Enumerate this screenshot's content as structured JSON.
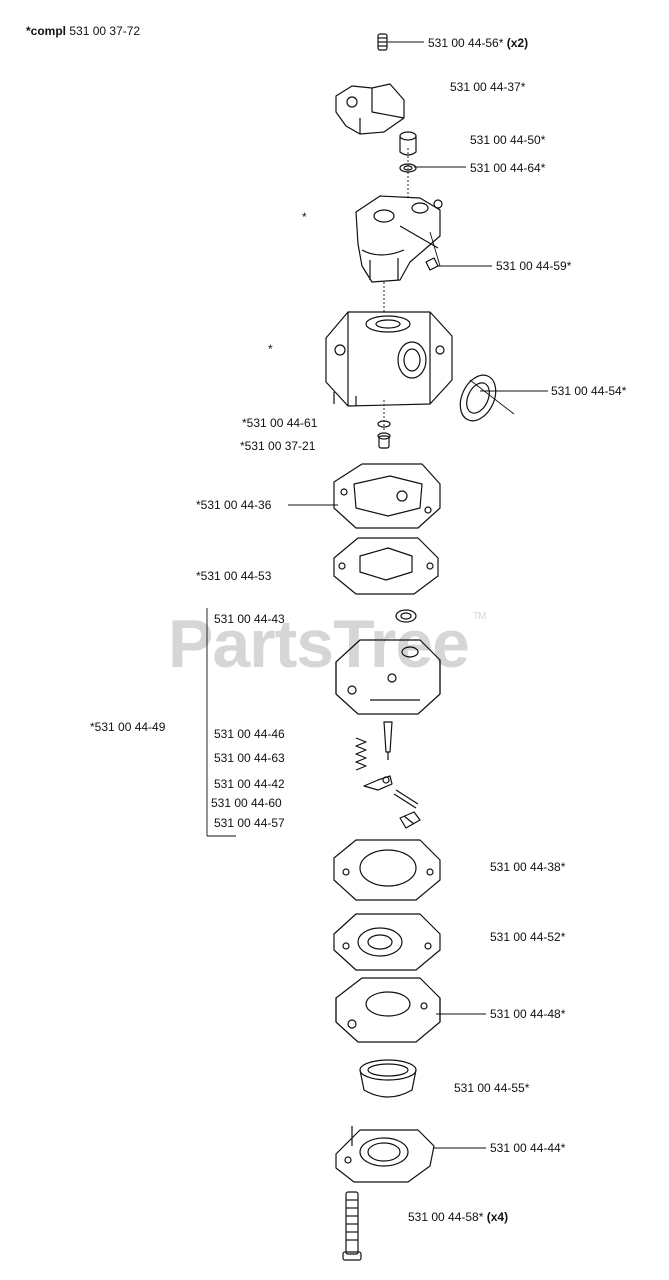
{
  "header": {
    "compl_prefix": "*compl",
    "compl_number": "531 00 37-72"
  },
  "watermark": {
    "text": "PartsTree",
    "tm": "TM"
  },
  "stray_marks": [
    "*",
    "*"
  ],
  "parts": [
    {
      "key": "p5631",
      "label": "531 00 44-56*",
      "qty": "(x2)"
    },
    {
      "key": "p3744",
      "label": "531 00 44-37*"
    },
    {
      "key": "p5044",
      "label": "531 00 44-50*"
    },
    {
      "key": "p6444",
      "label": "531 00 44-64*"
    },
    {
      "key": "p5944",
      "label": "531 00 44-59*"
    },
    {
      "key": "p5444",
      "label": "531 00 44-54*"
    },
    {
      "key": "p6144",
      "label": "*531 00 44-61"
    },
    {
      "key": "p2137",
      "label": "*531 00 37-21"
    },
    {
      "key": "p3644",
      "label": "*531 00 44-36"
    },
    {
      "key": "p5344",
      "label": "*531 00 44-53"
    },
    {
      "key": "p4944",
      "label": "*531 00 44-49"
    },
    {
      "key": "p4344",
      "label": "531 00 44-43"
    },
    {
      "key": "p4644",
      "label": "531 00 44-46"
    },
    {
      "key": "p6344",
      "label": "531 00 44-63"
    },
    {
      "key": "p4244",
      "label": "531 00 44-42"
    },
    {
      "key": "p6044",
      "label": "531 00 44-60"
    },
    {
      "key": "p5744",
      "label": "531 00 44-57"
    },
    {
      "key": "p3844",
      "label": "531 00 44-38*"
    },
    {
      "key": "p5244",
      "label": "531 00 44-52*"
    },
    {
      "key": "p4844",
      "label": "531 00 44-48*"
    },
    {
      "key": "p5544",
      "label": "531 00 44-55*"
    },
    {
      "key": "p4444",
      "label": "531 00 44-44*"
    },
    {
      "key": "p5844",
      "label": "531 00 44-58*",
      "qty": "(x4)"
    }
  ]
}
